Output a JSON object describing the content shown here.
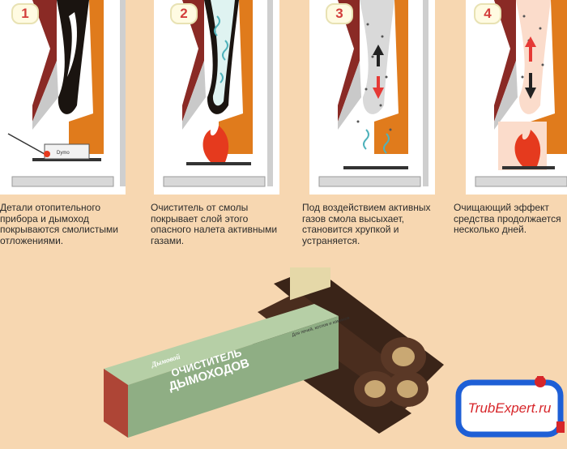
{
  "steps": [
    {
      "number": "1",
      "text": "Детали отопительного прибора и дымоход покрываются смолистыми отложениями."
    },
    {
      "number": "2",
      "text": "Очиститель от смолы покрывает слой этого опасного налета активными газами."
    },
    {
      "number": "3",
      "text": "Под воздействием активных газов смола высыхает, становится хрупкой и устраняется."
    },
    {
      "number": "4",
      "text": "Очищающий эффект средства продолжается несколько дней."
    }
  ],
  "product": {
    "brand": "Дымовой",
    "name_line1": "ОЧИСТИТЕЛЬ",
    "name_line2": "ДЫМОХОДОВ",
    "badge": "Для печей, котлов и каминов"
  },
  "logo": {
    "text": "TrubExpert.ru"
  },
  "colors": {
    "background": "#f7d7b1",
    "wall": "#ffffff",
    "flue": "#e07b1c",
    "mantel": "#8a2a25",
    "flame": "#e53a1e",
    "arrow_up": "#e53935",
    "arrow_down": "#222222",
    "box": "#8fae84",
    "logo_frame": "#1e5fd6",
    "logo_text": "#d7262a"
  }
}
